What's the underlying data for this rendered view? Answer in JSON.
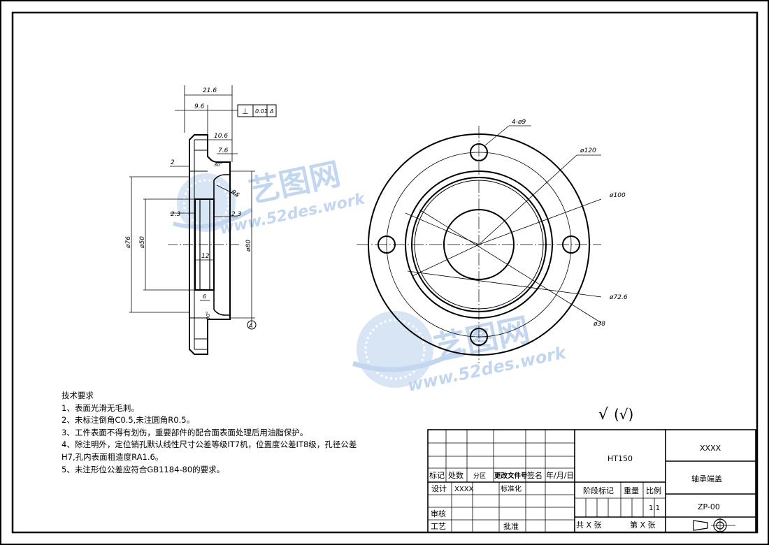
{
  "watermark": {
    "brand": "艺图网",
    "url": "www.52des.work"
  },
  "side_view": {
    "dims": {
      "overall_width": "21.6",
      "left_offset": "9.6",
      "flatness": {
        "symbol": "⊥",
        "value": "0.01",
        "datum": "A"
      },
      "step_width": "10.6",
      "groove_depth": "7.6",
      "chamfer_note": "2",
      "edge_angle": "30°",
      "radius": "R5",
      "groove_left": "2.3",
      "groove_right": "2.3",
      "dia_76": "ø76",
      "dia_50": "ø50",
      "dia_80": "ø80",
      "hub_12": "12",
      "hub_6": "6",
      "bottom_angle": "30°",
      "datum_label": "A"
    }
  },
  "front_view": {
    "labels": {
      "holes": "4-ø9",
      "d120": "ø120",
      "d100": "ø100",
      "d72_6": "ø72.6",
      "d38": "ø38"
    }
  },
  "surface_finish": {
    "symbol": "√",
    "paren": "(√)"
  },
  "tech_notes": {
    "title": "技术要求",
    "items": [
      "1、表面光滑无毛刺。",
      "2、未标注倒角C0.5,未注圆角R0.5。",
      "3、工件表面不得有划伤，重要部件的配合面表面处理后用油脂保护。",
      "4、除注明外，定位销孔默认线性尺寸公差等级IT7机，位置度公差IT8级，孔径公差",
      "H7,孔内表面粗造度RA1.6。",
      "5、未注形位公差应符合GB1184-80的要求。"
    ]
  },
  "title_block": {
    "header_row": [
      "标记",
      "处数",
      "分区",
      "更改文件号",
      "签名",
      "年/月/日"
    ],
    "designer_label": "设计",
    "designer_value": "XXXX",
    "standardize_label": "标准化",
    "review_label": "审核",
    "process_label": "工艺",
    "approve_label": "批准",
    "material": "HT150",
    "company": "XXXX",
    "part_name": "轴承端盖",
    "stage_label": "阶段标记",
    "weight_label": "重量",
    "scale_label": "比例",
    "scale_value": "1:1",
    "drawing_no": "ZP-00",
    "sheets_total": "共 X 张",
    "sheet_no": "第 X 张"
  }
}
